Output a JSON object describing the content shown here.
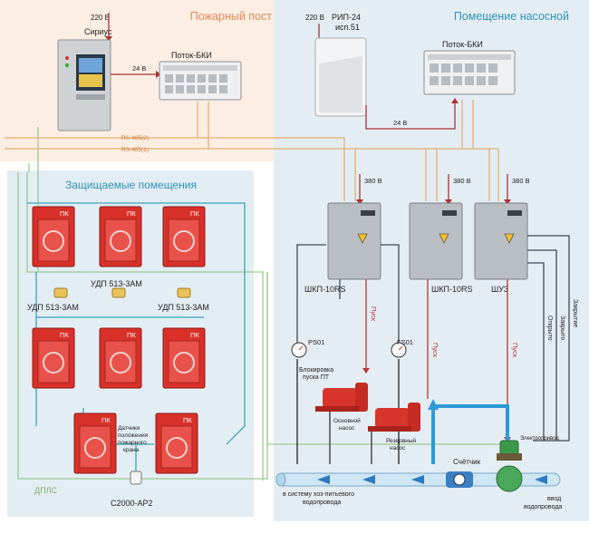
{
  "zones": {
    "fire_post": "Пожарный пост",
    "pump_room": "Помещение насосной",
    "protected": "Защищаемые помещения"
  },
  "fire_post": {
    "siriys_label": "Сириус",
    "potok_label": "Поток-БКИ",
    "v220": "220 В",
    "v24": "24 В",
    "rs485_2": "RS-485(2)",
    "rs485_1": "RS-485(1)"
  },
  "pump": {
    "rip_v220": "220 В",
    "rip_label_1": "РИП-24",
    "rip_label_2": "исп.51",
    "potok_label": "Поток-БКИ",
    "v24": "24 В",
    "v380_a": "380 В",
    "v380_b": "380 В",
    "v380_c": "380 В",
    "shkp1": "ШКП-10RS",
    "shkp2": "ШКП-10RS",
    "shuz": "ШУЗ",
    "pusk_1": "Пуск",
    "pusk_2": "Пуск",
    "pusk_3": "Пуск",
    "ps01": "PS01",
    "fs01": "FS01",
    "blok_1": "Блокировка",
    "blok_2": "пуска ПТ",
    "pump1_1": "Основной",
    "pump1_2": "насос",
    "pump2_1": "Резервный",
    "pump2_2": "насос",
    "schetchik": "Счётчик",
    "el_privod": "Электропривод",
    "zakrytie": "Закрытие",
    "zakryto": "Закрыто",
    "otkryto": "Открыто",
    "vvod_1": "ввод",
    "vvod_2": "водопровода",
    "sys_1": "в систему хоз-питьевого",
    "sys_2": "водопровода"
  },
  "protected": {
    "pk": "ПК",
    "udp_a": "УДП 513-3АМ",
    "udp_b": "УДП 513-3АМ",
    "udp_c": "УДП 513-3АМ",
    "sensor_1": "Датчики",
    "sensor_2": "положения",
    "sensor_3": "пожарного",
    "sensor_4": "крана",
    "c2000": "С2000-АР2",
    "dpls": "ДПЛС"
  }
}
